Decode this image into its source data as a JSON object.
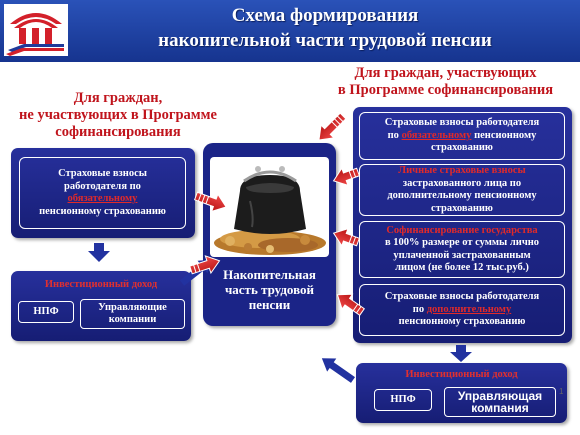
{
  "header": {
    "title_line1": "Схема формирования",
    "title_line2": "накопительной части трудовой пенсии",
    "logo_icon": "pfr-logo-icon"
  },
  "left": {
    "caption_line1": "Для граждан,",
    "caption_line2": "не участвующих в Программе",
    "caption_line3": "софинансирования",
    "contributions": {
      "line1": "Страховые взносы",
      "line2": "работодателя по",
      "line3_red": "обязательному",
      "line4": "пенсионному страхованию"
    },
    "investment": {
      "title": "Инвестиционный доход",
      "npf": "НПФ",
      "company_line1": "Управляющие",
      "company_line2": "компании"
    }
  },
  "center": {
    "label_line1": "Накопительная",
    "label_line2": "часть трудовой",
    "label_line3": "пенсии",
    "image_icon": "wallet-with-coins-icon"
  },
  "right": {
    "caption_line1": "Для граждан, участвующих",
    "caption_line2": "в Программе софинансирования",
    "boxes": [
      {
        "line1": "Страховые взносы работодателя",
        "line2_pre": "по",
        "line2_red": "обязательному",
        "line2_post": "пенсионному",
        "line3": "страхованию"
      },
      {
        "line1_red": "Личные страховые взносы",
        "line2": "застрахованного лица по",
        "line3": "дополнительному пенсионному",
        "line4": "страхованию"
      },
      {
        "line1_red": "Софинансирование государства",
        "line2": "в 100% размере от суммы лично",
        "line3": "уплаченной застрахованным",
        "line4": "лицом (не более 12 тыс.руб.)"
      },
      {
        "line1": "Страховые взносы работодателя",
        "line2_pre": "по",
        "line2_red": "дополнительному",
        "line3": "пенсионному страхованию"
      }
    ],
    "investment": {
      "title": "Инвестиционный доход",
      "npf": "НПФ",
      "company_line1": "Управляющая",
      "company_line2": "компания"
    }
  },
  "page_number": "1",
  "colors": {
    "header_blue": "#1e44a8",
    "panel_blue": "#1b2487",
    "caption_red": "#c0141c",
    "arrow_red": "#e0201f",
    "arrow_blue": "#2232a0"
  }
}
